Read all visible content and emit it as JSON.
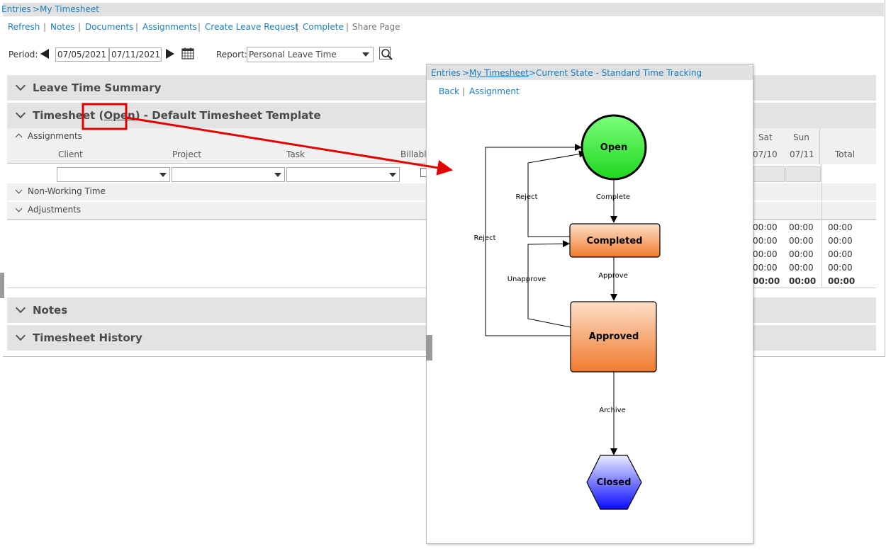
{
  "main": {
    "breadcrumb": {
      "entries": "Entries",
      "sep": ">",
      "current": "My Timesheet"
    },
    "toolbar": {
      "refresh": "Refresh",
      "notes": "Notes",
      "documents": "Documents",
      "assignments": "Assignments",
      "create_leave_request": "Create Leave Request",
      "complete": "Complete",
      "share_page": "Share Page",
      "sep": "|"
    },
    "period": {
      "label": "Period:",
      "start": "07/05/2021",
      "end": "07/11/2021"
    },
    "report": {
      "label": "Report:",
      "selected": "Personal Leave Time"
    },
    "sections": {
      "leave_summary": "Leave Time Summary",
      "timesheet_prefix": "Timesheet (",
      "timesheet_state": "Open",
      "timesheet_suffix": ") - Default Timesheet Template",
      "notes": "Notes",
      "history": "Timesheet History"
    },
    "assignments": {
      "title": "Assignments",
      "columns": {
        "client": "Client",
        "project": "Project",
        "task": "Task",
        "billable": "Billable"
      },
      "days": [
        {
          "name": "Sat",
          "date": "07/10"
        },
        {
          "name": "Sun",
          "date": "07/11"
        }
      ],
      "total_label": "Total"
    },
    "non_working": "Non-Working Time",
    "adjustments": "Adjustments",
    "totals": {
      "rows": [
        [
          "00:00",
          "00:00",
          "00:00"
        ],
        [
          "00:00",
          "00:00",
          "00:00"
        ],
        [
          "00:00",
          "00:00",
          "00:00"
        ],
        [
          "00:00",
          "00:00",
          "00:00"
        ]
      ],
      "grand": [
        "00:00",
        "00:00",
        "00:00"
      ]
    }
  },
  "popup": {
    "breadcrumb": {
      "entries": "Entries",
      "sep1": ">",
      "my_timesheet": "My Timesheet",
      "sep2": ">",
      "current": "Current State - Standard Time Tracking"
    },
    "links": {
      "back": "Back",
      "sep": "|",
      "assignment": "Assignment"
    },
    "states": {
      "open": "Open",
      "completed": "Completed",
      "approved": "Approved",
      "closed": "Closed"
    },
    "transitions": {
      "complete": "Complete",
      "approve": "Approve",
      "archive": "Archive",
      "reject_inner": "Reject",
      "reject_outer": "Reject",
      "unapprove": "Unapprove"
    },
    "colors": {
      "open_fill": "#2ee82e",
      "completed_fill": "#f59a52",
      "closed_fill": "#2b2bff",
      "annotation": "#e50000"
    }
  }
}
